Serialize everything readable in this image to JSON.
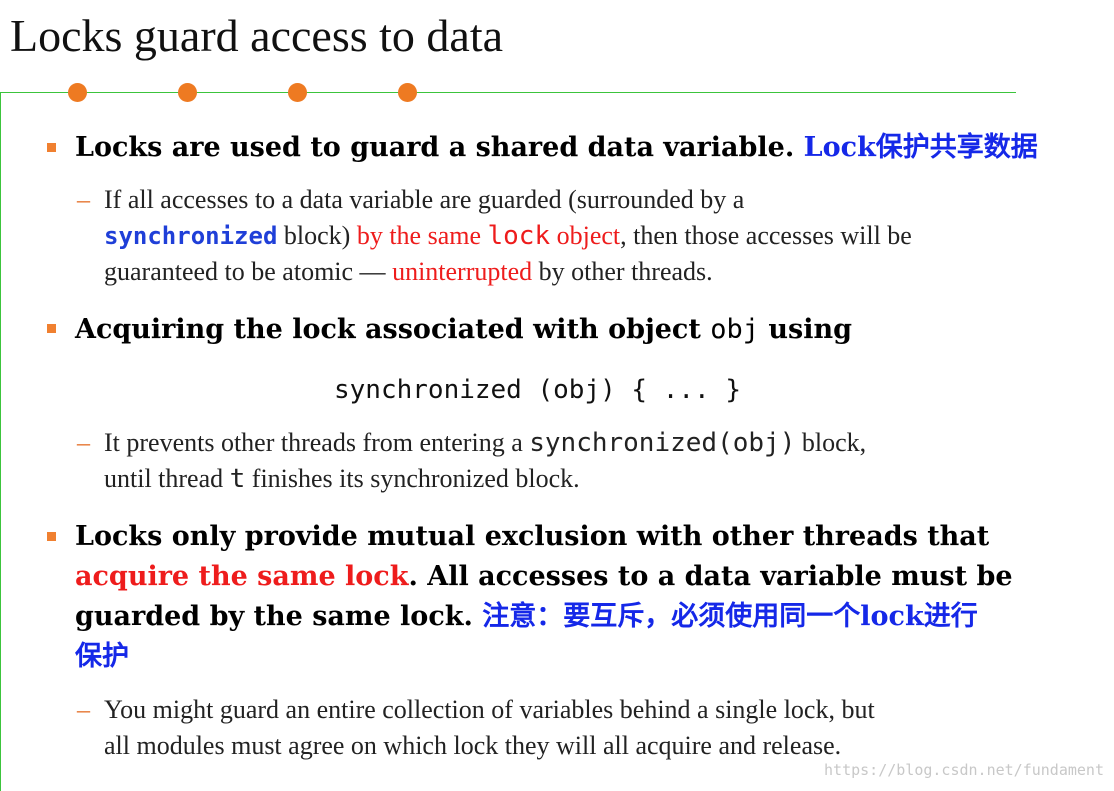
{
  "slide": {
    "title": "Locks guard access to data",
    "watermark": "https://blog.csdn.net/fundament"
  },
  "bullets": [
    {
      "text": "Locks are used to guard a shared data variable.",
      "note_blue": "Lock保护共享数据",
      "sub": {
        "l1_a": "If all accesses to a data variable are guarded (surrounded by a",
        "l2_kw": "synchronized",
        "l2_b": " block) ",
        "l2_red_a": "by the same ",
        "l2_red_mono": "lock",
        "l2_red_b": " object",
        "l2_c": ", then those accesses will be",
        "l3_a": "guaranteed to be atomic — ",
        "l3_red": "uninterrupted",
        "l3_b": " by other threads."
      }
    },
    {
      "text_a": "Acquiring the lock associated with object ",
      "text_mono": "obj",
      "text_b": " using",
      "code": "synchronized (obj) { ... }",
      "sub": {
        "l1_a": "It prevents other threads from entering a ",
        "l1_mono": "synchronized(obj)",
        "l1_b": "  block,",
        "l2_a": "until thread ",
        "l2_mono": "t",
        "l2_b": " finishes its synchronized block."
      }
    },
    {
      "line1": "Locks only provide mutual exclusion with other threads that",
      "line2_red": "acquire the same lock",
      "line2_b": ". All accesses to a data variable must be",
      "line3_a": "guarded by the same lock. ",
      "line3_blue": "注意：要互斥，必须使用同一个lock进行",
      "line4_blue": "保护",
      "sub": {
        "l1": "You might guard an entire collection of variables behind a single lock, but",
        "l2": "all modules must agree on which lock they will all acquire and release."
      }
    }
  ],
  "colors": {
    "accent_rule": "#3cc43c",
    "dot": "#ee7a22",
    "red": "#ee1c1c",
    "blue": "#1528e8",
    "keyword": "#1f3fd8"
  }
}
